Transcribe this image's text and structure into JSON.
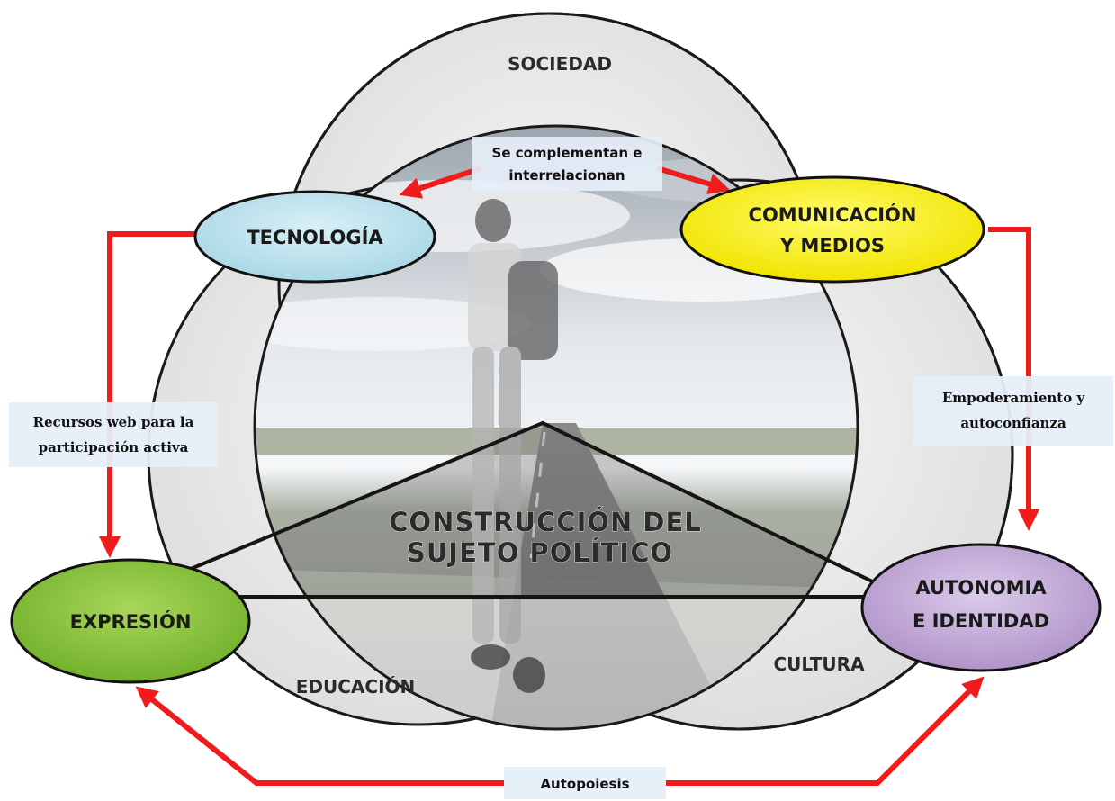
{
  "venn_labels": {
    "sociedad": "SOCIEDAD",
    "educacion": "EDUCACIÓN",
    "cultura": "CULTURA"
  },
  "center": {
    "line1": "CONSTRUCCIÓN DEL",
    "line2": "SUJETO POLÍTICO"
  },
  "nodes": {
    "tecnologia": "TECNOLOGÍA",
    "comunicacion_line1": "COMUNICACIÓN",
    "comunicacion_line2": "Y MEDIOS",
    "expresion": "EXPRESIÓN",
    "autonomia_line1": "AUTONOMIA",
    "autonomia_line2": "E IDENTIDAD"
  },
  "connectors": {
    "complementan_line1": "Se complementan e",
    "complementan_line2": "interrelacionan",
    "recursos_line1": "Recursos web para la",
    "recursos_line2": "participación activa",
    "empoderamiento_line1": "Empoderamiento y",
    "empoderamiento_line2": "autoconfianza",
    "autopoiesis": "Autopoiesis"
  },
  "colors": {
    "arrow": "#ee1c1c",
    "tecnologia": "#bfe3ee",
    "comunicacion": "#f5ee1a",
    "expresion": "#8dc63f",
    "autonomia": "#c3a7d6",
    "label_box": "#e6eef8",
    "venn_circle": "#e9e9e9"
  }
}
